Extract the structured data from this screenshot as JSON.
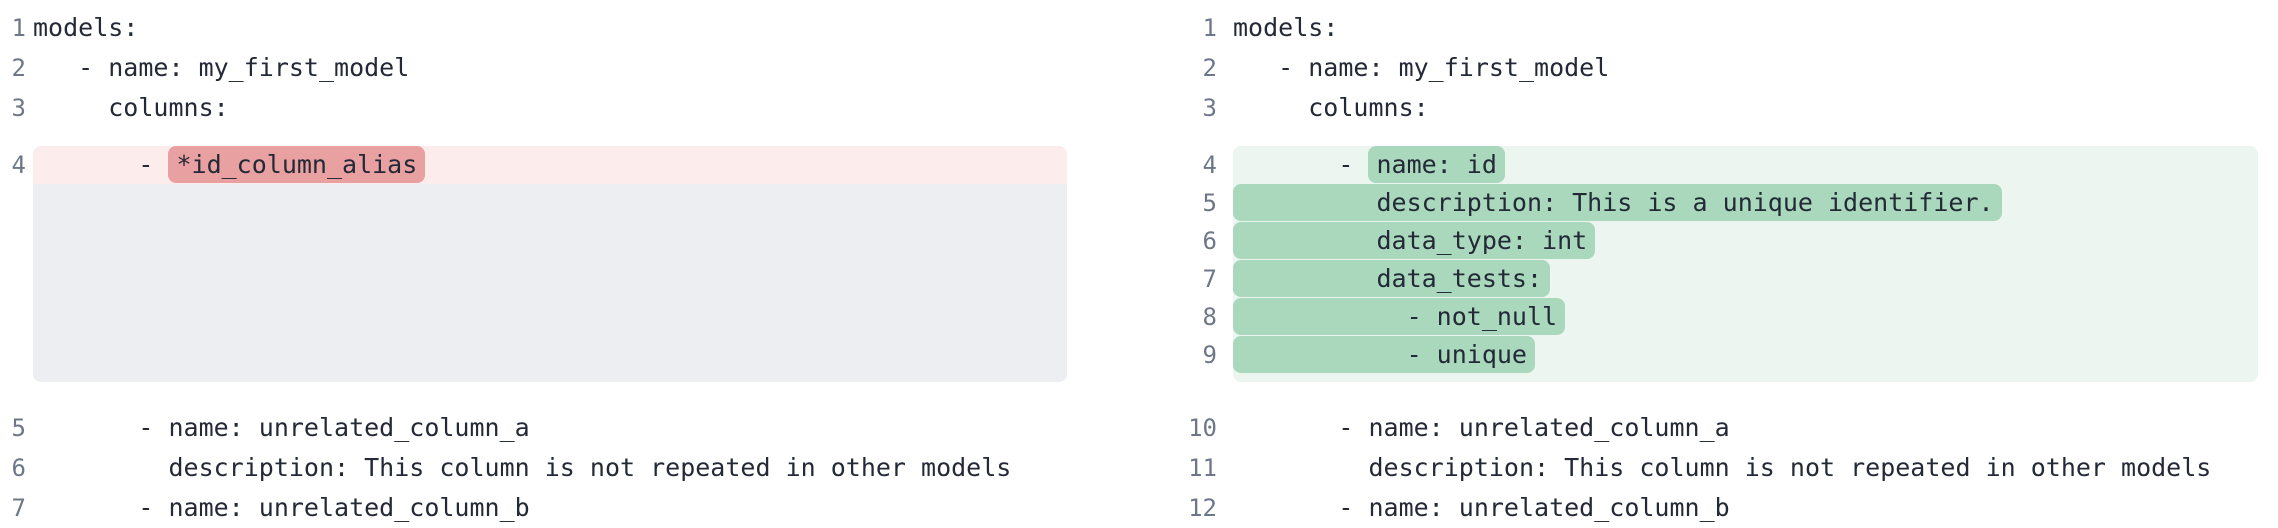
{
  "diff": {
    "colors": {
      "removed_line_bg": "#fdecec",
      "removed_token_bg": "#e9a0a1",
      "added_block_bg": "#ecf5ef",
      "added_token_bg": "#a9d8bc",
      "placeholder_bg": "#eceef1",
      "line_number_color": "#6e7788",
      "code_color": "#232936"
    },
    "panes": [
      {
        "name": "before",
        "rows": [
          {
            "num": "1",
            "kind": "context",
            "segments": [
              {
                "text": "models:",
                "mark": null
              }
            ]
          },
          {
            "num": "2",
            "kind": "context",
            "segments": [
              {
                "text": "   - name: my_first_model",
                "mark": null
              }
            ]
          },
          {
            "num": "3",
            "kind": "context",
            "segments": [
              {
                "text": "     columns:",
                "mark": null
              }
            ]
          },
          {
            "num": "4",
            "kind": "removed",
            "pos": "first",
            "segments": [
              {
                "text": "       - ",
                "mark": null
              },
              {
                "text": "*id_column_alias",
                "mark": "removed"
              }
            ]
          },
          {
            "num": "",
            "kind": "placeholder",
            "pos": "last",
            "segments": []
          },
          {
            "num": "5",
            "kind": "context",
            "gap_before": true,
            "segments": [
              {
                "text": "       - name: unrelated_column_a",
                "mark": null
              }
            ]
          },
          {
            "num": "6",
            "kind": "context",
            "segments": [
              {
                "text": "         description: This column is not repeated in other models",
                "mark": null
              }
            ]
          },
          {
            "num": "7",
            "kind": "context",
            "segments": [
              {
                "text": "       - name: unrelated_column_b",
                "mark": null
              }
            ]
          }
        ]
      },
      {
        "name": "after",
        "rows": [
          {
            "num": "1",
            "kind": "context",
            "segments": [
              {
                "text": "models:",
                "mark": null
              }
            ]
          },
          {
            "num": "2",
            "kind": "context",
            "segments": [
              {
                "text": "   - name: my_first_model",
                "mark": null
              }
            ]
          },
          {
            "num": "3",
            "kind": "context",
            "segments": [
              {
                "text": "     columns:",
                "mark": null
              }
            ]
          },
          {
            "num": "4",
            "kind": "added",
            "pos": "first",
            "segments": [
              {
                "text": "       - ",
                "mark": null
              },
              {
                "text": "name: id",
                "mark": "added"
              }
            ]
          },
          {
            "num": "5",
            "kind": "added",
            "pos": "mid",
            "segments": [
              {
                "text": "         description: This is a unique identifier.",
                "mark": "added"
              }
            ]
          },
          {
            "num": "6",
            "kind": "added",
            "pos": "mid",
            "segments": [
              {
                "text": "         data_type: int",
                "mark": "added"
              }
            ]
          },
          {
            "num": "7",
            "kind": "added",
            "pos": "mid",
            "segments": [
              {
                "text": "         data_tests:",
                "mark": "added"
              }
            ]
          },
          {
            "num": "8",
            "kind": "added",
            "pos": "mid",
            "segments": [
              {
                "text": "           - not_null",
                "mark": "added"
              }
            ]
          },
          {
            "num": "9",
            "kind": "added",
            "pos": "last",
            "segments": [
              {
                "text": "           - unique",
                "mark": "added"
              }
            ]
          },
          {
            "num": "10",
            "kind": "context",
            "gap_before": true,
            "segments": [
              {
                "text": "       - name: unrelated_column_a",
                "mark": null
              }
            ]
          },
          {
            "num": "11",
            "kind": "context",
            "segments": [
              {
                "text": "         description: This column is not repeated in other models",
                "mark": null
              }
            ]
          },
          {
            "num": "12",
            "kind": "context",
            "segments": [
              {
                "text": "       - name: unrelated_column_b",
                "mark": null
              }
            ]
          }
        ]
      }
    ]
  }
}
